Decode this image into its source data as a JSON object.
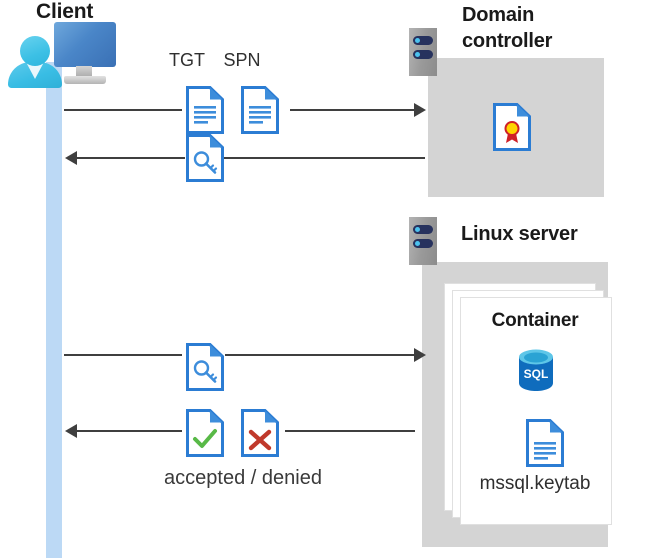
{
  "diagram": {
    "title": "Kerberos authentication flow between Client, Domain controller and Linux server container",
    "background": "#ffffff"
  },
  "colors": {
    "lifeline": "#bcd9f5",
    "panel_gray": "#d4d4d4",
    "rack_gray": "#9a9a9a",
    "rack_bar": "#27325e",
    "rack_led": "#4cc2ef",
    "doc_blue": "#2b7cd3",
    "doc_fold": "#3d8ddb",
    "line": "#3f3f3f",
    "accent_cyan": "#39bde4",
    "monitor_blue": "#4a86c8",
    "check_green": "#58b947",
    "cross_red": "#c0392b",
    "ribbon_yellow": "#ffd500",
    "ribbon_red": "#cf2027",
    "sql_blue": "#0f6cbd",
    "card_white": "#ffffff"
  },
  "client": {
    "title": "Client",
    "icon": "client-user-monitor-icon",
    "lifeline_name": "client-lifeline"
  },
  "domain_controller": {
    "title_line1": "Domain",
    "title_line2": "controller",
    "rack_icon": "server-rack-icon",
    "contents": [
      {
        "icon": "certificate-document-icon",
        "label": ""
      }
    ]
  },
  "linux_server": {
    "title": "Linux server",
    "rack_icon": "server-rack-icon",
    "container": {
      "title": "Container",
      "stack_count": 3,
      "items": [
        {
          "icon": "sql-database-icon",
          "label": "SQL"
        },
        {
          "icon": "keytab-document-icon",
          "label": "mssql.keytab"
        }
      ]
    }
  },
  "flows": [
    {
      "id": "flow-1",
      "direction": "right",
      "from": "client",
      "to": "domain-controller",
      "icons": [
        {
          "name": "tgt-document-icon",
          "label": "TGT"
        },
        {
          "name": "spn-document-icon",
          "label": "SPN"
        }
      ],
      "label": ""
    },
    {
      "id": "flow-2",
      "direction": "left",
      "from": "domain-controller",
      "to": "client",
      "icons": [
        {
          "name": "key-document-icon",
          "label": ""
        }
      ],
      "label": ""
    },
    {
      "id": "flow-3",
      "direction": "right",
      "from": "client",
      "to": "linux-server",
      "icons": [
        {
          "name": "key-document-icon",
          "label": ""
        }
      ],
      "label": ""
    },
    {
      "id": "flow-4",
      "direction": "left",
      "from": "linux-server",
      "to": "client",
      "icons": [
        {
          "name": "accepted-document-icon",
          "label": ""
        },
        {
          "name": "denied-document-icon",
          "label": ""
        }
      ],
      "label": "accepted / denied"
    }
  ],
  "labels": {
    "tgt": "TGT",
    "spn": "SPN",
    "accepted_denied": "accepted / denied",
    "keytab": "mssql.keytab",
    "container": "Container"
  }
}
